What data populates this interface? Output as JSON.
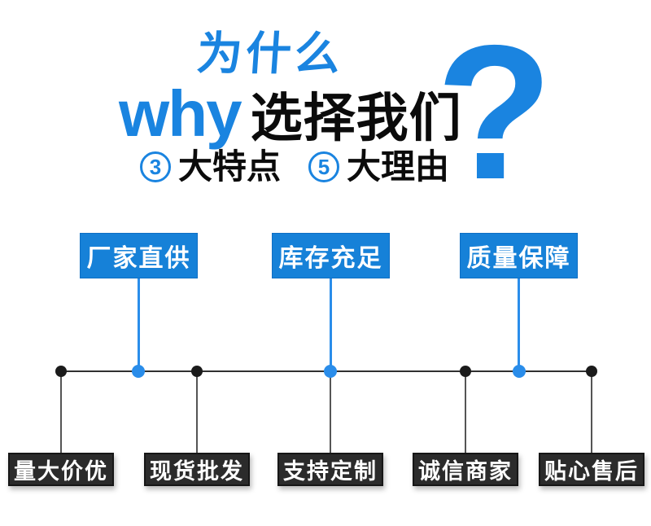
{
  "header": {
    "title_top": "为什么",
    "title_en": "why",
    "title_cn": "选择我们",
    "question_mark": "?",
    "badges": [
      {
        "number": "3",
        "label": "大特点"
      },
      {
        "number": "5",
        "label": "大理由"
      }
    ]
  },
  "features": [
    {
      "label": "厂家直供"
    },
    {
      "label": "库存充足"
    },
    {
      "label": "质量保障"
    }
  ],
  "reasons": [
    {
      "label": "量大价优"
    },
    {
      "label": "现货批发"
    },
    {
      "label": "支持定制"
    },
    {
      "label": "诚信商家"
    },
    {
      "label": "贴心售后"
    }
  ],
  "colors": {
    "blue_text": "#1a84e0",
    "blue_box": "#1681d8",
    "blue_line": "#2a8dea",
    "dark_box": "#2b2b2b",
    "dark_line": "#303030",
    "gray_line": "#555555",
    "text_dark": "#0b0b0b",
    "text_on_box": "#ffffff",
    "background": "#ffffff"
  }
}
